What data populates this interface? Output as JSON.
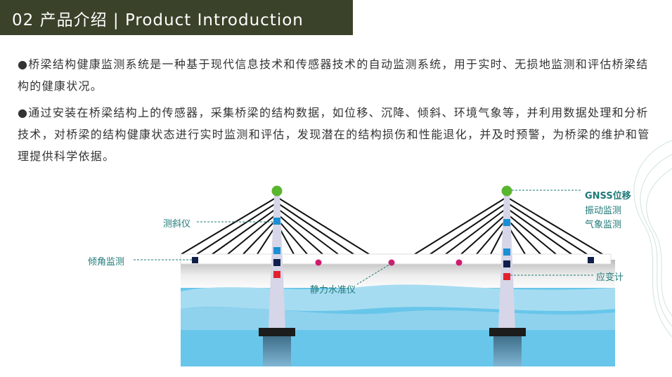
{
  "header": {
    "title": "02  产品介绍 | Product Introduction"
  },
  "paragraphs": [
    "●桥梁结构健康监测系统是一种基于现代信息技术和传感器技术的自动监测系统，用于实时、无损地监测和评估桥梁结构的健康状况。",
    "●通过安装在桥梁结构上的传感器，采集桥梁的结构数据，如位移、沉降、倾斜、环境气象等，并利用数据处理和分析技术，对桥梁的结构健康状态进行实时监测和评估，发现潜在的结构损伤和性能退化，并及时预警，为桥梁的维护和管理提供科学依据。"
  ],
  "diagram": {
    "labels": {
      "inclinometer": "测斜仪",
      "tilt": "倾角监测",
      "level": "静力水准仪",
      "gnss": "GNSS位移",
      "vibration": "振动监测",
      "weather": "气象监测",
      "strain": "应变计"
    }
  },
  "colors": {
    "header": "#3a4229",
    "label": "#1f7a78",
    "gnss": "#5ab52e",
    "blue": "#1a8fd6",
    "navy": "#0f1f4a",
    "red": "#e3212b",
    "pink": "#d01c6e"
  }
}
